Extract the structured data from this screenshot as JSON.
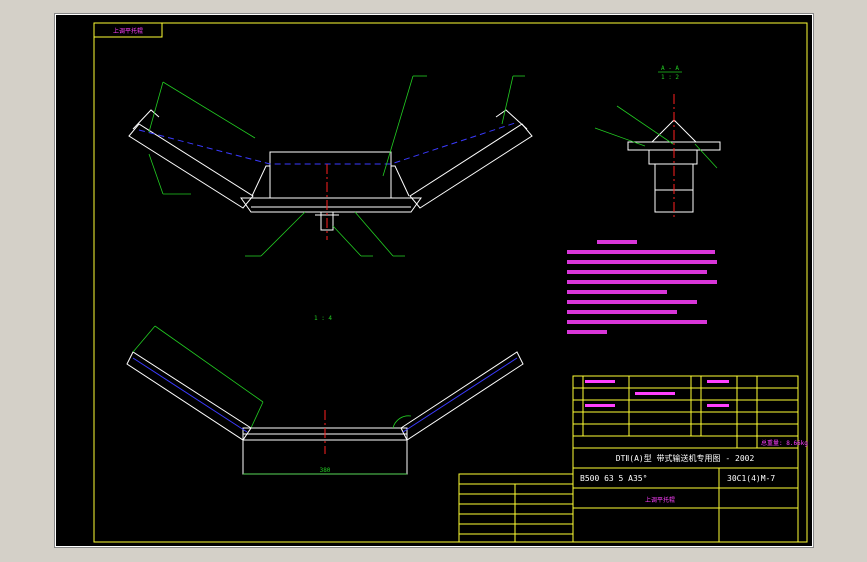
{
  "drawing": {
    "stamp": "上调平托辊"
  },
  "labels": {
    "section": "A - A",
    "section_scale": "1 : 2",
    "scale_view": "1 : 4",
    "dim_bottom": "380"
  },
  "title_block": {
    "series": "DTⅡ(A)型  带式输送机专用图 - 2002",
    "spec": "B500 63 5 A35°",
    "code": "30C1(4)M-7",
    "name": "上调平托辊",
    "weight": "总重量: 8.66kg"
  },
  "colors": {
    "paper": "#000000",
    "frame": "#ffff33",
    "part": "#ffffff",
    "leader": "#22cc22",
    "center": "#ff2020",
    "hidden": "#3a3aff",
    "text": "#ff40ff"
  }
}
